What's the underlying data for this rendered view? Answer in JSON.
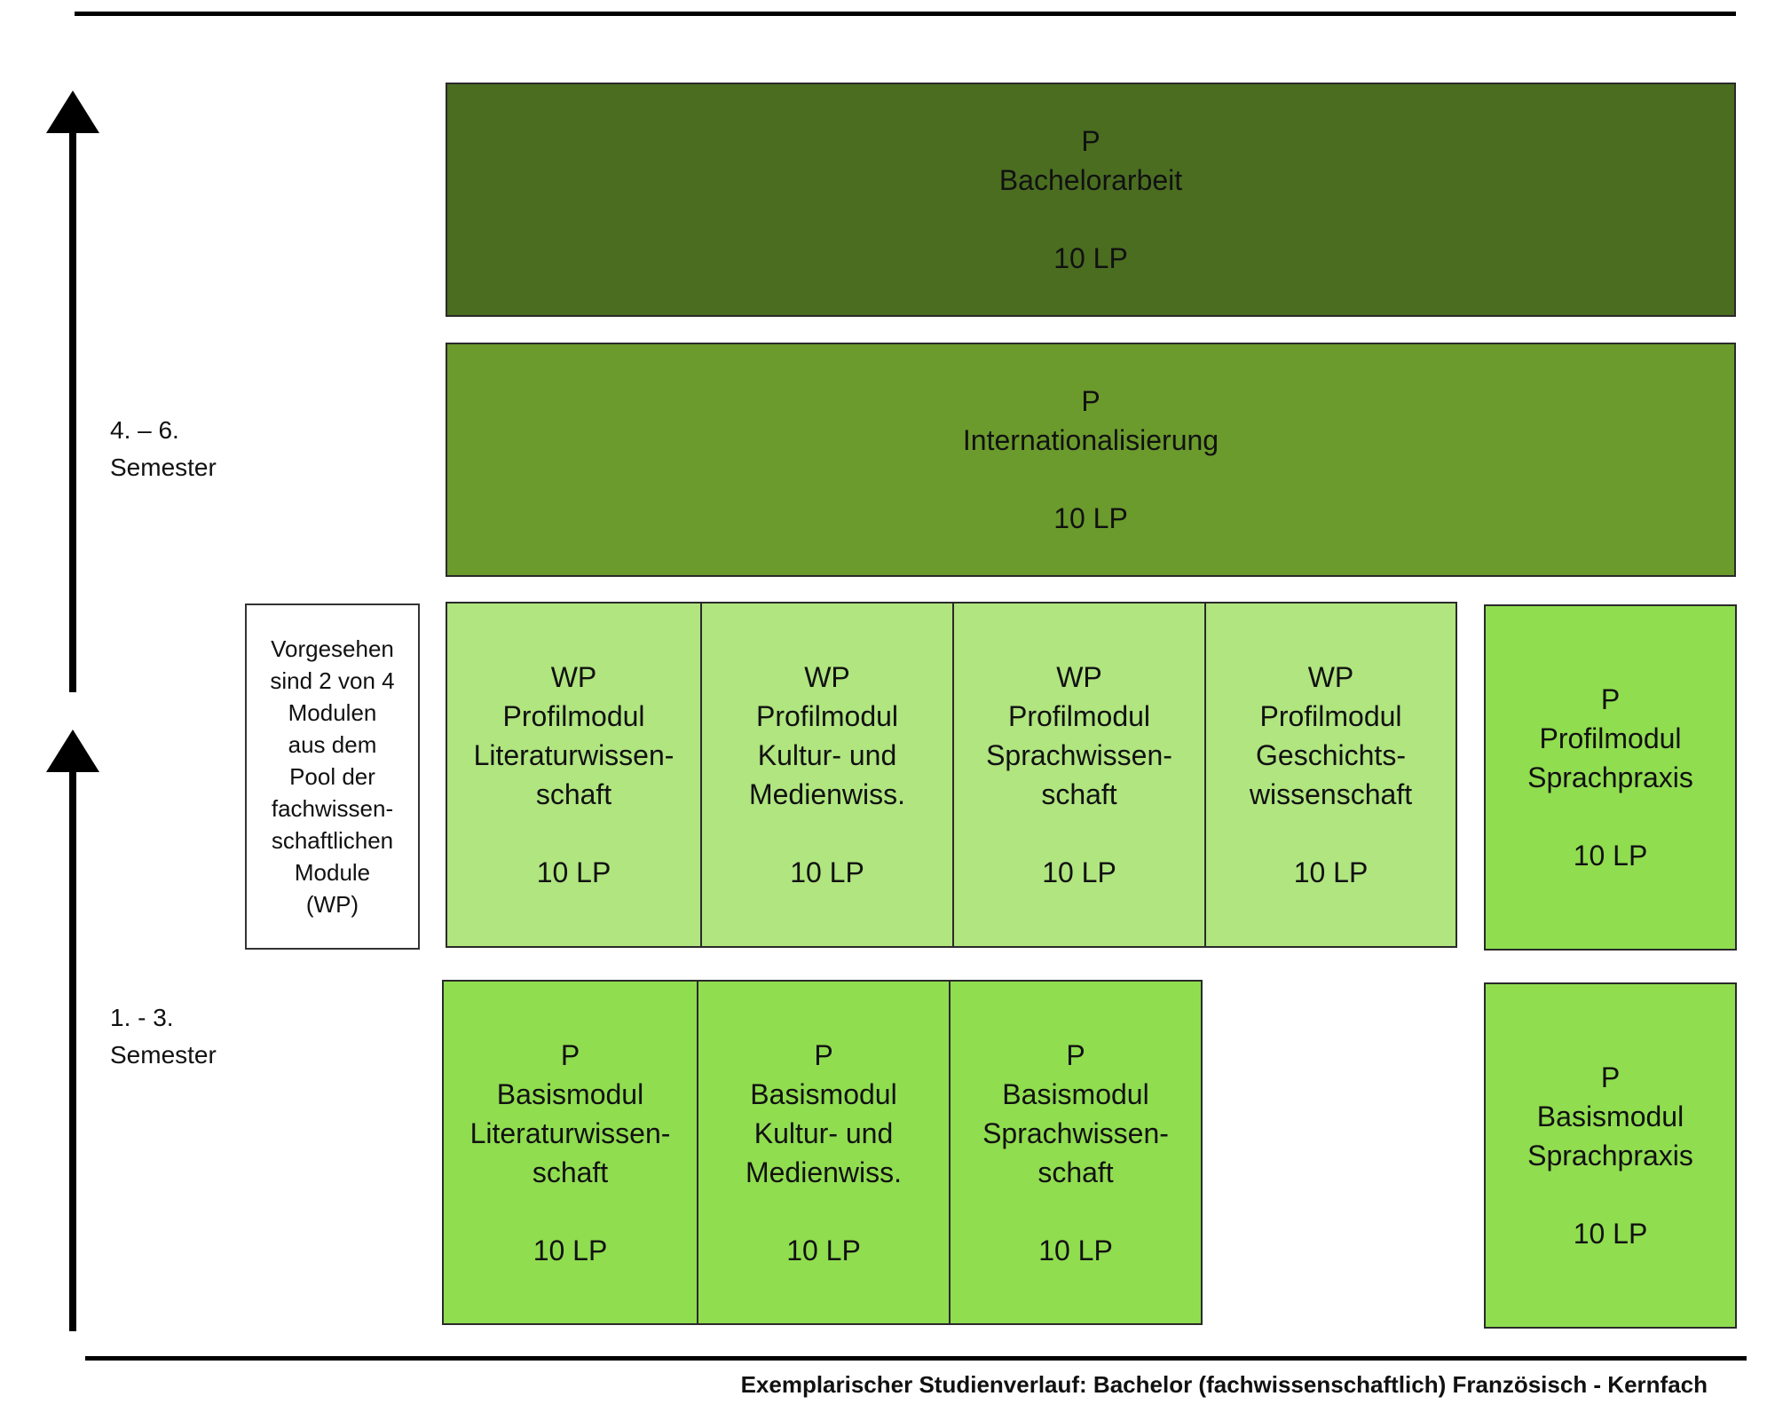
{
  "semesters": {
    "upper": [
      "4. – 6.",
      "Semester"
    ],
    "lower": [
      "1. - 3.",
      "Semester"
    ]
  },
  "note": [
    "Vorgesehen",
    "sind 2 von 4",
    "Modulen",
    "aus dem",
    "Pool der",
    "fachwissen-",
    "schaftlichen",
    "Module",
    "(WP)"
  ],
  "modules": {
    "bachelorarbeit": {
      "type": "P",
      "title": [
        "Bachelorarbeit"
      ],
      "credits": "10 LP"
    },
    "internationalisierung": {
      "type": "P",
      "title": [
        "Internationalisierung"
      ],
      "credits": "10 LP"
    },
    "profil_literatur": {
      "type": "WP",
      "title": [
        "Profilmodul",
        "Literaturwissen-",
        "schaft"
      ],
      "credits": "10 LP"
    },
    "profil_kultur": {
      "type": "WP",
      "title": [
        "Profilmodul",
        "Kultur- und",
        "Medienwiss."
      ],
      "credits": "10 LP"
    },
    "profil_sprachwiss": {
      "type": "WP",
      "title": [
        "Profilmodul",
        "Sprachwissen-",
        "schaft"
      ],
      "credits": "10 LP"
    },
    "profil_geschichte": {
      "type": "WP",
      "title": [
        "Profilmodul",
        "Geschichts-",
        "wissenschaft"
      ],
      "credits": "10 LP"
    },
    "profil_sprachpraxis": {
      "type": "P",
      "title": [
        "Profilmodul",
        "Sprachpraxis"
      ],
      "credits": "10 LP"
    },
    "basis_literatur": {
      "type": "P",
      "title": [
        "Basismodul",
        "Literaturwissen-",
        "schaft"
      ],
      "credits": "10 LP"
    },
    "basis_kultur": {
      "type": "P",
      "title": [
        "Basismodul",
        "Kultur- und",
        "Medienwiss."
      ],
      "credits": "10 LP"
    },
    "basis_sprachwiss": {
      "type": "P",
      "title": [
        "Basismodul",
        "Sprachwissen-",
        "schaft"
      ],
      "credits": "10 LP"
    },
    "basis_sprachpraxis": {
      "type": "P",
      "title": [
        "Basismodul",
        "Sprachpraxis"
      ],
      "credits": "10 LP"
    }
  },
  "caption": "Exemplarischer Studienverlauf: Bachelor (fachwissenschaftlich) Französisch - Kernfach",
  "colors": {
    "bachelorarbeit": "#4a6d20",
    "internationalisierung": "#6b9b2c",
    "wp_profil": "#b0e57f",
    "p_basis_profil": "#90dd50"
  }
}
